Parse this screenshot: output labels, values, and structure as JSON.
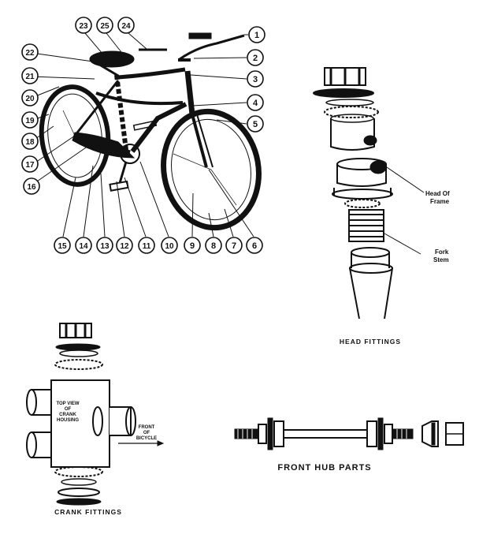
{
  "callouts": [
    "1",
    "2",
    "3",
    "4",
    "5",
    "6",
    "7",
    "8",
    "9",
    "10",
    "11",
    "12",
    "13",
    "14",
    "15",
    "16",
    "17",
    "18",
    "19",
    "20",
    "21",
    "22",
    "23",
    "24",
    "25"
  ],
  "head_fittings": {
    "caption": "HEAD FITTINGS",
    "label_head_line1": "Head Of",
    "label_head_line2": "Frame",
    "label_fork_line1": "Fork",
    "label_fork_line2": "Stem"
  },
  "crank_fittings": {
    "caption": "CRANK FITTINGS",
    "top_view_line1": "TOP VIEW",
    "top_view_line2": "OF",
    "top_view_line3": "CRANK",
    "top_view_line4": "HOUSING",
    "front_line1": "FRONT",
    "front_line2": "OF",
    "front_line3": "BICYCLE"
  },
  "front_hub": {
    "caption": "FRONT HUB PARTS"
  }
}
